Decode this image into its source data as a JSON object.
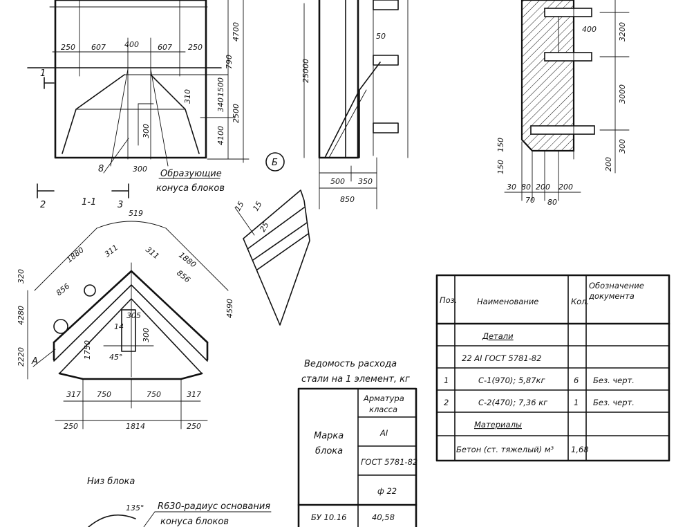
{
  "colors": {
    "ink": "#111111",
    "paper": "#ffffff"
  },
  "front_view": {
    "dims_top": [
      "250",
      "607",
      "400",
      "607",
      "250"
    ],
    "dims_right": [
      "4700",
      "1500",
      "2500",
      "4100",
      "790",
      "340"
    ],
    "dims_inner": [
      "300",
      "310"
    ],
    "dim_bottom": "300",
    "section_mark": "1",
    "callout": "8",
    "note_line1": "Образующие",
    "note_line2": "конуса блоков",
    "section_title": "1-1",
    "arrow_left": "2",
    "arrow_right": "3"
  },
  "side_view": {
    "dim_height": "25000",
    "dim_small": "50",
    "dims_bottom": [
      "500",
      "350"
    ],
    "dim_total": "850",
    "callout": "Б"
  },
  "detail_view": {
    "dim_spacing": "400",
    "dims_right": [
      "3200",
      "3000",
      "300",
      "200"
    ],
    "dims_bottom": [
      "30",
      "80",
      "200",
      "200"
    ],
    "dims_bottom_low": [
      "70",
      "80"
    ],
    "dims_left": [
      "150",
      "150"
    ]
  },
  "node_view": {
    "dims": [
      "15",
      "15",
      "25",
      "4590"
    ]
  },
  "plan_view": {
    "dim_top": "519",
    "dims_arc": [
      "1880",
      "311",
      "311",
      "1880",
      "856",
      "856"
    ],
    "dims_left": [
      "4280",
      "2220",
      "1750",
      "320"
    ],
    "dims_inner": [
      "305",
      "14",
      "300",
      "45°"
    ],
    "dims_base": [
      "317",
      "750",
      "750",
      "317"
    ],
    "dims_bottom": [
      "250",
      "1814",
      "250"
    ],
    "callout": "А",
    "title": "Низ блока"
  },
  "bottom_note": {
    "angle": "135°",
    "line1": "R630-радиус основания",
    "line2": "конуса блоков"
  },
  "steel_table": {
    "title_line1": "Ведомость расхода",
    "title_line2": "стали на 1 элемент, кг",
    "col_header_line1": "Арматура",
    "col_header_line2": "класса",
    "row_label_line1": "Марка",
    "row_label_line2": "блока",
    "class": "АI",
    "standard": "ГОСТ 5781-82",
    "diameter": "ф 22",
    "mark": "БУ 10.16",
    "mass": "40,58"
  },
  "spec_table": {
    "headers": [
      "Поз.",
      "Наименование",
      "Кол.",
      "Обозначение документа"
    ],
    "section_parts": "Детали",
    "standard_row": "22 АI ГОСТ 5781-82",
    "rows": [
      {
        "pos": "1",
        "name": "С-1(970); 5,87кг",
        "qty": "6",
        "doc": "Без. черт."
      },
      {
        "pos": "2",
        "name": "С-2(470); 7,36 кг",
        "qty": "1",
        "doc": "Без. черт."
      }
    ],
    "section_materials": "Материалы",
    "material": {
      "name": "Бетон (ст. тяжелый) м³",
      "qty": "1,68"
    }
  }
}
